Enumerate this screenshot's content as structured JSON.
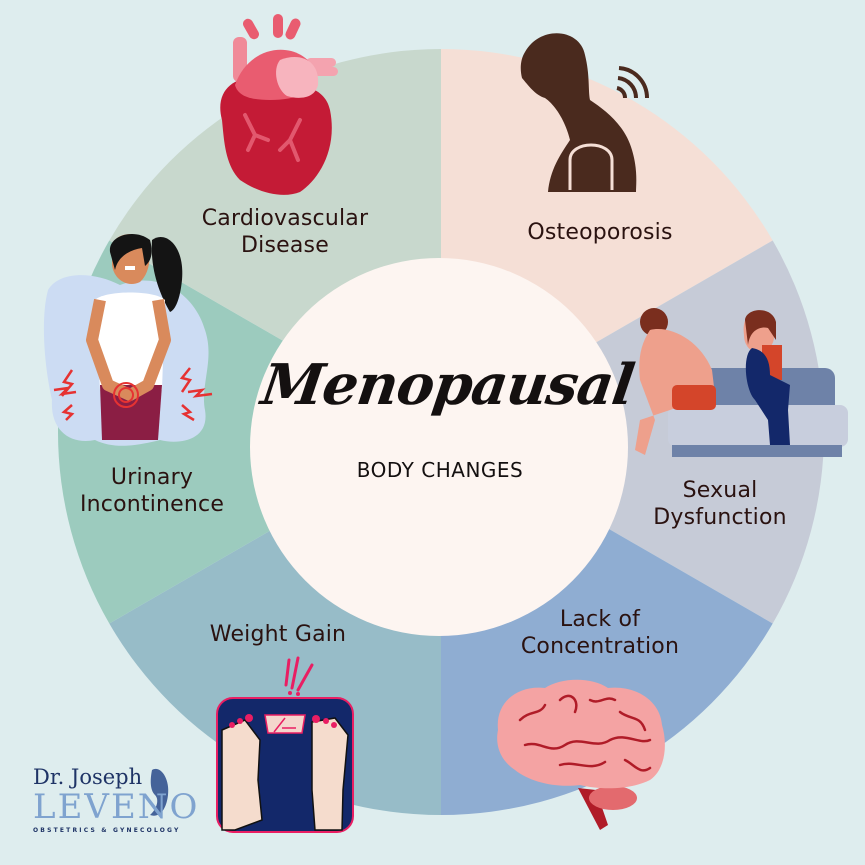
{
  "title": {
    "script": "Menopausal",
    "subtitle": "BODY CHANGES"
  },
  "colors": {
    "background": "#deedee",
    "center_circle": "#fdf5f1",
    "text": "#2a1210",
    "segments": {
      "osteoporosis": "#f5dfd6",
      "sexual_dysfunction": "#c6cbd7",
      "lack_of_concentration": "#8fadd2",
      "weight_gain": "#97bcc8",
      "urinary_incontinence": "#9ccbbe",
      "cardiovascular_disease": "#c8d8cd"
    }
  },
  "segments": [
    {
      "id": "cardiovascular",
      "line1": "Cardiovascular",
      "line2": "Disease",
      "icon": "heart-icon"
    },
    {
      "id": "osteoporosis",
      "line1": "Osteoporosis",
      "line2": "",
      "icon": "hunched-person-icon"
    },
    {
      "id": "sexual-dysfunction",
      "line1": "Sexual",
      "line2": "Dysfunction",
      "icon": "couple-on-bed-icon"
    },
    {
      "id": "lack-of-concentration",
      "line1": "Lack of",
      "line2": "Concentration",
      "icon": "brain-icon"
    },
    {
      "id": "weight-gain",
      "line1": "Weight Gain",
      "line2": "",
      "icon": "scale-icon"
    },
    {
      "id": "urinary-incontinence",
      "line1": "Urinary",
      "line2": "Incontinence",
      "icon": "woman-pain-icon"
    }
  ],
  "logo": {
    "line1": "Dr. Joseph",
    "line2": "LEVENO",
    "line3": "OBSTETRICS & GYNECOLOGY"
  }
}
